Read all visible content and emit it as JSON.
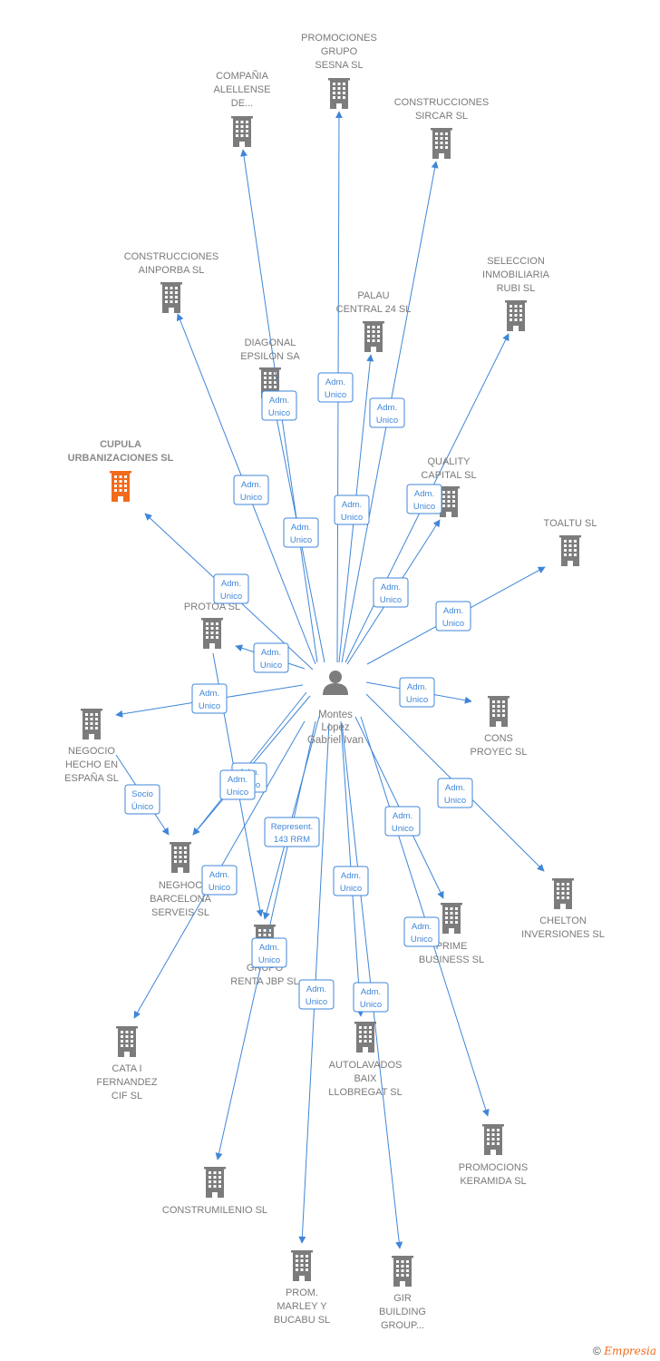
{
  "colors": {
    "edge": "#3f86d8",
    "building": "#7c7c7c",
    "highlight": "#f26a1b",
    "label": "#7a7a7a"
  },
  "center": {
    "name_lines": [
      "Montes",
      "Lopez",
      "Gabriel Ivan"
    ],
    "icon": "person-icon"
  },
  "nodes": [
    {
      "id": "promociones-grupo-sesna",
      "lines": [
        "PROMOCIONES",
        "GRUPO",
        "SESNA SL"
      ]
    },
    {
      "id": "compania-alellense",
      "lines": [
        "COMPAÑIA",
        "ALELLENSE",
        "DE..."
      ]
    },
    {
      "id": "construcciones-sircar",
      "lines": [
        "CONSTRUCCIONES",
        "SIRCAR SL"
      ]
    },
    {
      "id": "construcciones-ainporba",
      "lines": [
        "CONSTRUCCIONES",
        "AINPORBA SL"
      ]
    },
    {
      "id": "palau-central-24",
      "lines": [
        "PALAU",
        "CENTRAL 24 SL"
      ]
    },
    {
      "id": "seleccion-inmobiliaria-rubi",
      "lines": [
        "SELECCION",
        "INMOBILIARIA",
        "RUBI SL"
      ]
    },
    {
      "id": "diagonal-epsilon",
      "lines": [
        "DIAGONAL",
        "EPSILON SA"
      ]
    },
    {
      "id": "cupula-urbanizaciones",
      "lines": [
        "CUPULA",
        "URBANIZACIONES SL"
      ],
      "highlight": true
    },
    {
      "id": "quality-capital",
      "lines": [
        "QUALITY",
        "CAPITAL SL"
      ]
    },
    {
      "id": "toaltu",
      "lines": [
        "TOALTU SL"
      ]
    },
    {
      "id": "protoa",
      "lines": [
        "PROTOA SL"
      ]
    },
    {
      "id": "negocio-hecho-en-espana",
      "lines": [
        "NEGOCIO",
        "HECHO EN",
        "ESPAÑA SL"
      ]
    },
    {
      "id": "cons-proyec",
      "lines": [
        "CONS",
        "PROYEC SL"
      ]
    },
    {
      "id": "neghoc-barcelona-serveis",
      "lines": [
        "NEGHOC",
        "BARCELONA",
        "SERVEIS SL"
      ]
    },
    {
      "id": "chelton-inversiones",
      "lines": [
        "CHELTON",
        "INVERSIONES SL"
      ]
    },
    {
      "id": "prime-business",
      "lines": [
        "PRIME",
        "BUSINESS SL"
      ]
    },
    {
      "id": "grupo-renta-jbp",
      "lines": [
        "GRUPO",
        "RENTA JBP SL"
      ]
    },
    {
      "id": "cata-i-fernandez-cif",
      "lines": [
        "CATA I",
        "FERNANDEZ",
        "CIF SL"
      ]
    },
    {
      "id": "autolavados-baix-llobregat",
      "lines": [
        "AUTOLAVADOS",
        "BAIX",
        "LLOBREGAT SL"
      ]
    },
    {
      "id": "promocions-keramida",
      "lines": [
        "PROMOCIONS",
        "KERAMIDA SL"
      ]
    },
    {
      "id": "construmilenio",
      "lines": [
        "CONSTRUMILENIO SL"
      ]
    },
    {
      "id": "prom-marley-y-bucabu",
      "lines": [
        "PROM.",
        "MARLEY Y",
        "BUCABU SL"
      ]
    },
    {
      "id": "gir-building-group",
      "lines": [
        "GIR",
        "BUILDING",
        "GROUP..."
      ]
    }
  ],
  "relations": [
    {
      "id": "r-compania",
      "lines": [
        "Adm.",
        "Unico"
      ]
    },
    {
      "id": "r-sesna",
      "lines": [
        "Adm.",
        "Unico"
      ]
    },
    {
      "id": "r-sircar",
      "lines": [
        "Adm.",
        "Unico"
      ]
    },
    {
      "id": "r-ainporba",
      "lines": [
        "Adm.",
        "Unico"
      ]
    },
    {
      "id": "r-diagonal",
      "lines": [
        "Adm.",
        "Unico"
      ]
    },
    {
      "id": "r-palau",
      "lines": [
        "Adm.",
        "Unico"
      ]
    },
    {
      "id": "r-seleccion",
      "lines": [
        "Adm.",
        "Unico"
      ]
    },
    {
      "id": "r-cupula",
      "lines": [
        "Adm.",
        "Unico"
      ]
    },
    {
      "id": "r-quality",
      "lines": [
        "Adm.",
        "Unico"
      ]
    },
    {
      "id": "r-toaltu",
      "lines": [
        "Adm.",
        "Unico"
      ]
    },
    {
      "id": "r-protoa",
      "lines": [
        "Adm.",
        "Unico"
      ]
    },
    {
      "id": "r-negocio",
      "lines": [
        "Adm.",
        "Unico"
      ]
    },
    {
      "id": "r-cons",
      "lines": [
        "Adm.",
        "Unico"
      ]
    },
    {
      "id": "r-neghoc-hidden",
      "lines": [
        "Adm.",
        "Unico"
      ]
    },
    {
      "id": "r-neghoc",
      "lines": [
        "Adm.",
        "Unico"
      ]
    },
    {
      "id": "r-socio",
      "lines": [
        "Socio",
        "Único"
      ]
    },
    {
      "id": "r-represent",
      "lines": [
        "Represent.",
        "143 RRM"
      ]
    },
    {
      "id": "r-chelton",
      "lines": [
        "Adm.",
        "Unico"
      ]
    },
    {
      "id": "r-prime",
      "lines": [
        "Adm.",
        "Unico"
      ]
    },
    {
      "id": "r-cata",
      "lines": [
        "Adm.",
        "Unico"
      ]
    },
    {
      "id": "r-autolavados",
      "lines": [
        "Adm.",
        "Unico"
      ]
    },
    {
      "id": "r-keramida",
      "lines": [
        "Adm.",
        "Unico"
      ]
    },
    {
      "id": "r-renta",
      "lines": [
        "Adm.",
        "Unico"
      ]
    },
    {
      "id": "r-marley",
      "lines": [
        "Adm.",
        "Unico"
      ]
    },
    {
      "id": "r-gir",
      "lines": [
        "Adm.",
        "Unico"
      ]
    }
  ],
  "footer": {
    "copyright": "©",
    "brand": "Empresia"
  }
}
